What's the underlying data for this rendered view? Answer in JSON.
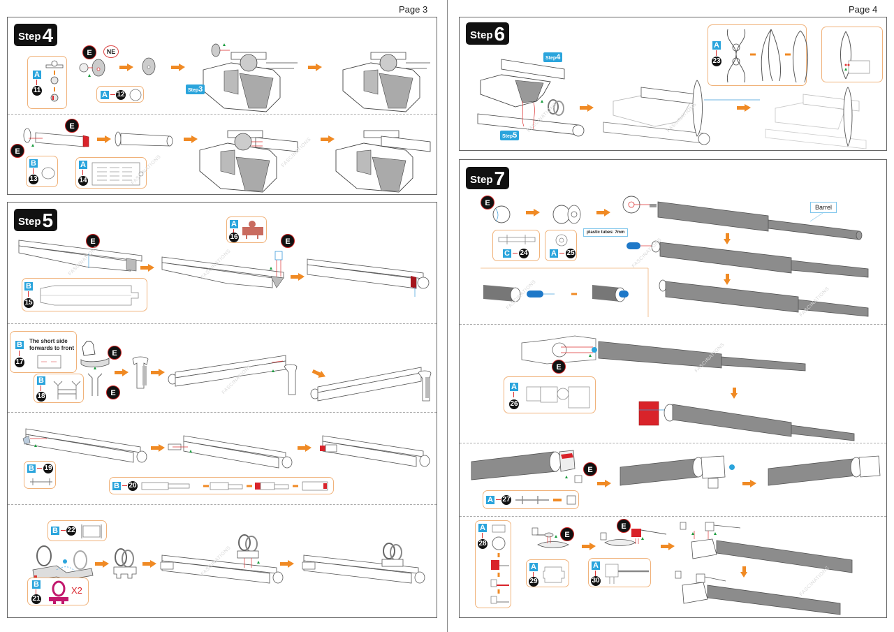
{
  "pages": [
    {
      "label": "Page 3"
    },
    {
      "label": "Page 4"
    }
  ],
  "watermark": "FASCINATIONS",
  "colors": {
    "arrow": "#f08a24",
    "callout_border": "#f0b27a",
    "sheet_badge": "#2aa4dc",
    "highlight_red": "#d9232a",
    "barrel_gray": "#8c8c8c",
    "step_badge": "#111111"
  },
  "steps": {
    "step4": {
      "word": "Step",
      "number": "4",
      "row1": {
        "ebadge": "E",
        "nebadge": "NE",
        "callout_a": {
          "sheet": "A",
          "part": "11"
        },
        "callout_b": {
          "sheet": "A",
          "part": "12"
        },
        "steptag": {
          "word": "Step",
          "number": "3"
        }
      },
      "row2": {
        "ebadge_top": "E",
        "ebadge_left": "E",
        "callout_a": {
          "sheet": "B",
          "part": "13"
        },
        "callout_b": {
          "sheet": "A",
          "part": "14"
        }
      }
    },
    "step5": {
      "word": "Step",
      "number": "5",
      "row1": {
        "ebadge1": "E",
        "ebadge2": "E",
        "callout_a": {
          "sheet": "B",
          "part": "15"
        },
        "callout_b": {
          "sheet": "A",
          "part": "16"
        }
      },
      "row2": {
        "ebadge1": "E",
        "ebadge2": "E",
        "note": "The short side forwards to front",
        "callout_a": {
          "sheet": "B",
          "part": "17"
        },
        "callout_b": {
          "sheet": "B",
          "part": "18"
        }
      },
      "row3": {
        "callout_a": {
          "sheet": "B",
          "part": "19"
        },
        "callout_b": {
          "sheet": "B",
          "part": "20"
        }
      },
      "row4": {
        "callout_a": {
          "sheet": "B",
          "part": "22"
        },
        "callout_b": {
          "sheet": "B",
          "part": "21",
          "qty": "X2"
        }
      }
    },
    "step6": {
      "word": "Step",
      "number": "6",
      "steptag_a": {
        "word": "Step",
        "number": "4"
      },
      "steptag_b": {
        "word": "Step",
        "number": "5"
      },
      "callout": {
        "sheet": "A",
        "part": "23"
      }
    },
    "step7": {
      "word": "Step",
      "number": "7",
      "row1": {
        "ebadge": "E",
        "callout_a": {
          "sheet": "C",
          "part": "24"
        },
        "callout_b": {
          "sheet": "A",
          "part": "25"
        },
        "barrel_label": "Barrel",
        "tube_label": "plastic tubes:  7mm"
      },
      "row2": {
        "ebadge": "E",
        "callout": {
          "sheet": "A",
          "part": "26"
        }
      },
      "row3": {
        "ebadge": "E",
        "callout": {
          "sheet": "A",
          "part": "27"
        }
      },
      "row4": {
        "ebadge1": "E",
        "ebadge2": "E",
        "callout_a": {
          "sheet": "A",
          "part": "28"
        },
        "callout_b": {
          "sheet": "A",
          "part": "29"
        },
        "callout_c": {
          "sheet": "A",
          "part": "30"
        }
      }
    }
  }
}
